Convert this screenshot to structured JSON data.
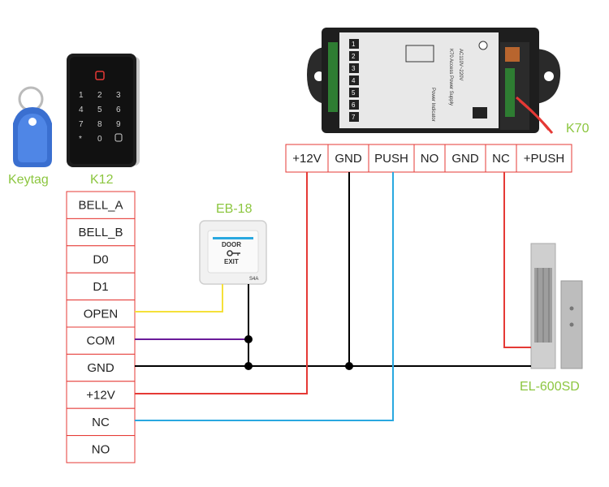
{
  "labels": {
    "keytag": "Keytag",
    "k12": "K12",
    "eb18": "EB-18",
    "k70": "K70",
    "el600sd": "EL-600SD"
  },
  "k12_terminals": [
    "BELL_A",
    "BELL_B",
    "D0",
    "D1",
    "OPEN",
    "COM",
    "GND",
    "+12V",
    "NC",
    "NO"
  ],
  "k70_terminals": [
    "+12V",
    "GND",
    "PUSH",
    "NO",
    "GND",
    "NC",
    "+PUSH"
  ],
  "exit_button": {
    "line1": "DOOR",
    "line2": "EXIT",
    "badge": "S4A"
  },
  "power_supply": {
    "title": "K70 Access Power Supply",
    "voltage": "AC110V~220V",
    "subtitle": "Power Indicator",
    "numbers": [
      "1",
      "2",
      "3",
      "4",
      "5",
      "6",
      "7"
    ]
  },
  "keypad": {
    "keys": [
      "1",
      "2",
      "3",
      "4",
      "5",
      "6",
      "7",
      "8",
      "9",
      "*",
      "0",
      ""
    ]
  },
  "colors": {
    "label_green": "#8cc63f",
    "wire_red": "#e53935",
    "wire_black": "#000000",
    "wire_blue": "#29a8e0",
    "wire_yellow": "#f5e03a",
    "wire_purple": "#6a1b9a"
  }
}
